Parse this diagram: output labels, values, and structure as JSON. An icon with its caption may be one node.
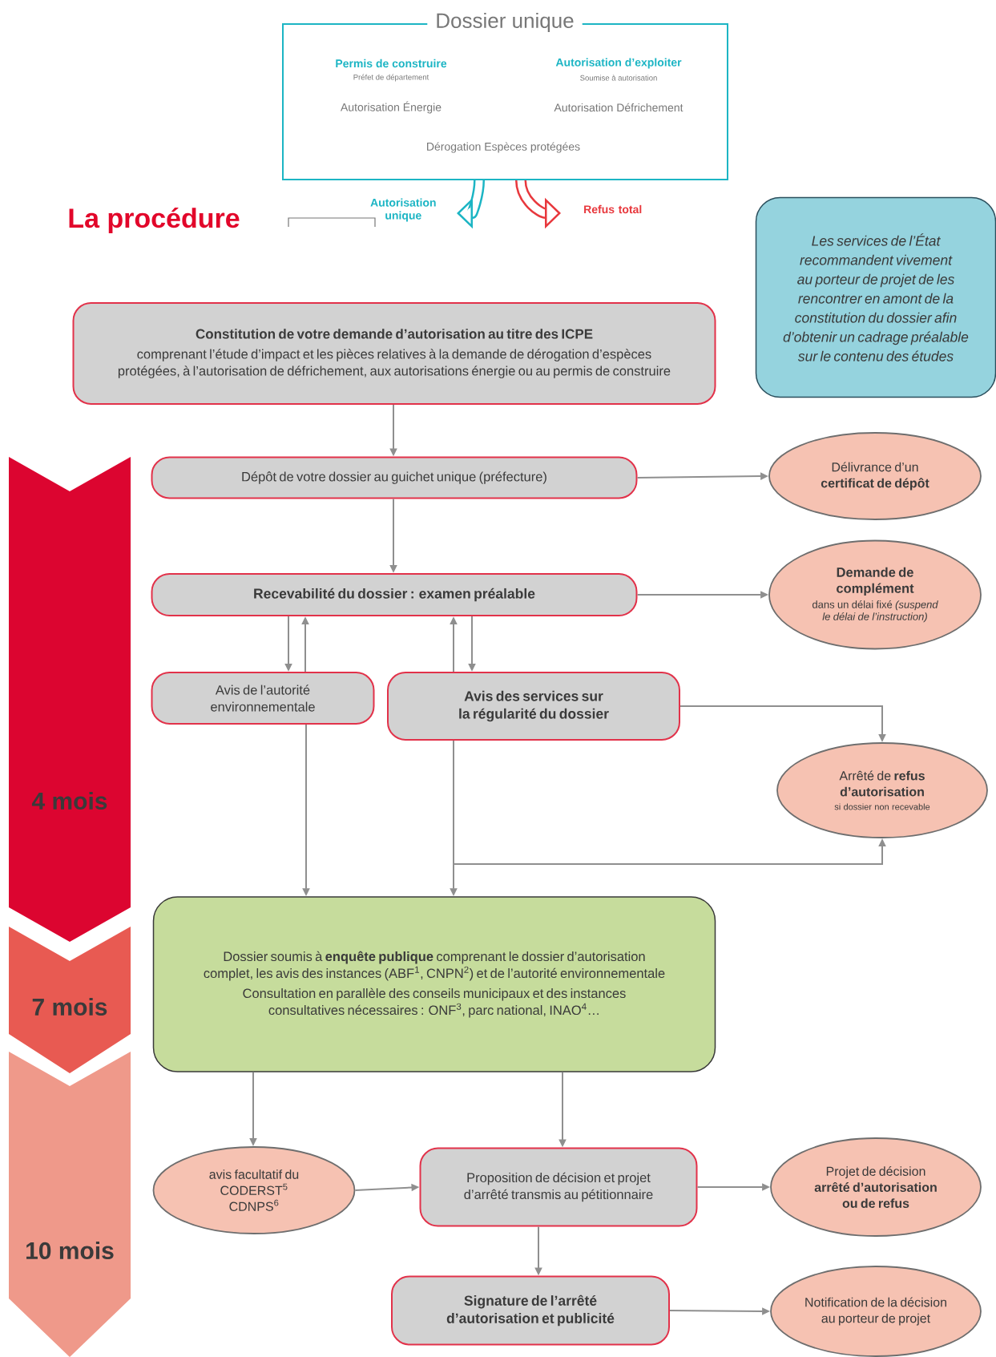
{
  "diagram": {
    "title": "La procédure",
    "nodes": [
      {
        "text": [
          "Dossier unique",
          "Permis de construire",
          "Préfet de département",
          "Autorisation d’exploiter",
          "Soumise à autorisation",
          "Autorisation Énergie",
          "Autorisation Défrichement",
          "Dérogation Espèces protégées"
        ]
      },
      {
        "text": [
          "Les services de l’État recommandent vivement au porteur de projet de les rencontrer en amont de la constitution du dossier afin d’obtenir un cadrage préalable sur le contenu des études"
        ]
      },
      {
        "text": [
          "Constitution de votre demande d’autorisation au titre des ICPE",
          "comprenant l’étude d’impact et les pièces relatives à la demande de dérogation d’espèces protégées, à l’autorisation de défrichement, aux autorisations énergie ou au permis de construire"
        ]
      },
      {
        "text": [
          "4 mois"
        ]
      },
      {
        "text": [
          "Dépôt de votre dossier au guichet unique (préfecture)"
        ]
      },
      {
        "text": [
          "Délivrance d’un **certificat de dépôt**"
        ]
      },
      {
        "text": [
          "Recevabilité du dossier : examen préalable"
        ]
      },
      {
        "text": [
          "Demande de complément",
          "dans un délai fixé *(suspend le délai de l’instruction)*"
        ]
      },
      {
        "text": [
          "Avis de l’autorité environnementale"
        ]
      },
      {
        "text": [
          "Avis des services sur la régularité du dossier"
        ]
      },
      {
        "text": [
          "Arrêté de **refus d’autorisation**",
          "si dossier non recevable"
        ]
      },
      {
        "text": [
          "7 mois"
        ]
      },
      {
        "text": [
          "Dossier soumis à **enquête publique** comprenant le dossier d’autorisation complet, les avis des instances (ABF$^{1}$, CNPN$^{2}$) et de l’autorité environnementale",
          "Consultation en parallèle des conseils municipaux et des instances consultatives nécessaires : ONF$^{3}$, parc national, INAO$^{4}$…"
        ]
      },
      {
        "text": [
          "10 mois"
        ]
      },
      {
        "text": [
          "avis facultatif du CODERST$^{5}$ CDNPS$^{6}$"
        ]
      },
      {
        "text": [
          "Proposition de décision et projet d’arrêté transmis au pétitionnaire"
        ]
      },
      {
        "text": [
          "Projet de décision **arrêté d’autorisation ou de refus**"
        ]
      },
      {
        "text": [
          "Signature de l’arrêté d’autorisation et publicité"
        ]
      },
      {
        "text": [
          "Notification de la décision au porteur de projet"
        ]
      }
    ],
    "edges": [
      {
        "from": 0,
        "to": null,
        "arrow": "to",
        "label": "Autorisation unique",
        "style": "thick",
        "color": "#1cb5c4"
      },
      {
        "from": 0,
        "to": null,
        "arrow": "to",
        "label": "Refus total",
        "style": "thick",
        "color": "#e8383d"
      },
      {
        "from": 2,
        "to": 4,
        "arrow": "to"
      },
      {
        "from": 4,
        "to": 5,
        "arrow": "to"
      },
      {
        "from": 4,
        "to": 6,
        "arrow": "to"
      },
      {
        "from": 6,
        "to": 7,
        "arrow": "to"
      },
      {
        "from": 6,
        "to": 8,
        "arrow": "to"
      },
      {
        "from": 8,
        "to": 6,
        "arrow": "to"
      },
      {
        "from": 9,
        "to": 6,
        "arrow": "to"
      },
      {
        "from": 6,
        "to": 9,
        "arrow": "to"
      },
      {
        "from": 9,
        "to": 10,
        "arrow": "to"
      },
      {
        "from": 8,
        "to": 12,
        "arrow": "to"
      },
      {
        "from": 9,
        "to": 12,
        "arrow": "to"
      },
      {
        "from": 9,
        "to": 10,
        "arrow": "to"
      },
      {
        "from": 12,
        "to": 14,
        "arrow": "to"
      },
      {
        "from": 12,
        "to": 15,
        "arrow": "to"
      },
      {
        "from": 14,
        "to": 15,
        "arrow": "to"
      },
      {
        "from": 15,
        "to": 16,
        "arrow": "to"
      },
      {
        "from": 15,
        "to": 17,
        "arrow": "to"
      },
      {
        "from": 17,
        "to": 18,
        "arrow": "to"
      }
    ]
  }
}
